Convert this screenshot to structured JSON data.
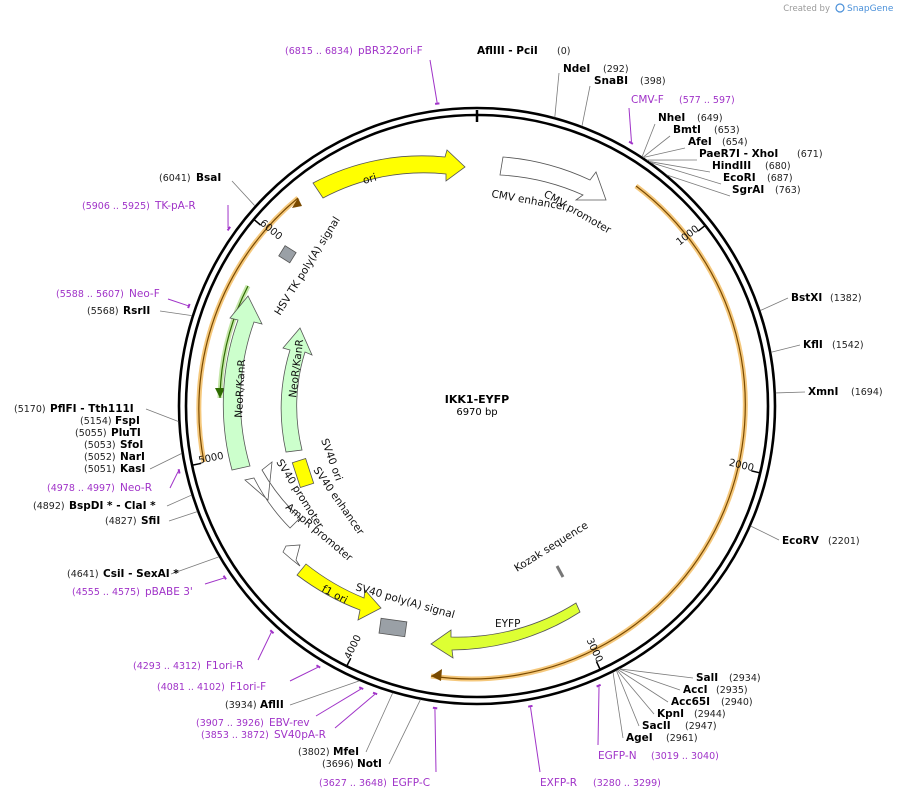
{
  "app": {
    "credit_prefix": "Created by",
    "credit_brand": "SnapGene"
  },
  "map": {
    "name": "IKK1-EYFP",
    "length_label": "6970 bp",
    "total_bp": 6970
  },
  "ticks": [
    {
      "bp": 1000,
      "label": "1000"
    },
    {
      "bp": 2000,
      "label": "2000"
    },
    {
      "bp": 3000,
      "label": "3000"
    },
    {
      "bp": 4000,
      "label": "4000"
    },
    {
      "bp": 5000,
      "label": "5000"
    },
    {
      "bp": 6000,
      "label": "6000"
    }
  ],
  "enzymes": [
    {
      "name": "AflIII  - PciI",
      "pos": "(0)",
      "bp": 0
    },
    {
      "name": "NdeI",
      "pos": "(292)",
      "bp": 292
    },
    {
      "name": "SnaBI",
      "pos": "(398)",
      "bp": 398
    },
    {
      "name": "NheI",
      "pos": "(649)",
      "bp": 649
    },
    {
      "name": "BmtI",
      "pos": "(653)",
      "bp": 653
    },
    {
      "name": "AfeI",
      "pos": "(654)",
      "bp": 654
    },
    {
      "name": "PaeR7I  - XhoI",
      "pos": "(671)",
      "bp": 671
    },
    {
      "name": "HindIII",
      "pos": "(680)",
      "bp": 680
    },
    {
      "name": "EcoRI",
      "pos": "(687)",
      "bp": 687
    },
    {
      "name": "SgrAI",
      "pos": "(763)",
      "bp": 763
    },
    {
      "name": "BstXI",
      "pos": "(1382)",
      "bp": 1382
    },
    {
      "name": "KflI",
      "pos": "(1542)",
      "bp": 1542
    },
    {
      "name": "XmnI",
      "pos": "(1694)",
      "bp": 1694
    },
    {
      "name": "EcoRV",
      "pos": "(2201)",
      "bp": 2201
    },
    {
      "name": "SalI",
      "pos": "(2934)",
      "bp": 2934
    },
    {
      "name": "AccI",
      "pos": "(2935)",
      "bp": 2935
    },
    {
      "name": "Acc65I",
      "pos": "(2940)",
      "bp": 2940
    },
    {
      "name": "KpnI",
      "pos": "(2944)",
      "bp": 2944
    },
    {
      "name": "SacII",
      "pos": "(2947)",
      "bp": 2947
    },
    {
      "name": "AgeI",
      "pos": "(2961)",
      "bp": 2961
    },
    {
      "name": "NotI",
      "pos": "(3696)",
      "bp": 3696
    },
    {
      "name": "MfeI",
      "pos": "(3802)",
      "bp": 3802
    },
    {
      "name": "AflII",
      "pos": "(3934)",
      "bp": 3934
    },
    {
      "name": "CsiI  - SexAI *",
      "pos": "(4641)",
      "bp": 4641
    },
    {
      "name": "SfiI",
      "pos": "(4827)",
      "bp": 4827
    },
    {
      "name": "BspDI *  - ClaI *",
      "pos": "(4892)",
      "bp": 4892
    },
    {
      "name": "KasI",
      "pos": "(5051)",
      "bp": 5051
    },
    {
      "name": "NarI",
      "pos": "(5052)",
      "bp": 5052
    },
    {
      "name": "SfoI",
      "pos": "(5053)",
      "bp": 5053
    },
    {
      "name": "PluTI",
      "pos": "(5055)",
      "bp": 5055
    },
    {
      "name": "FspI",
      "pos": "(5154)",
      "bp": 5154
    },
    {
      "name": "PflFI  - Tth111I",
      "pos": "(5170)",
      "bp": 5170
    },
    {
      "name": "RsrII",
      "pos": "(5568)",
      "bp": 5568
    },
    {
      "name": "BsaI",
      "pos": "(6041)",
      "bp": 6041
    }
  ],
  "primers": [
    {
      "name": "pBR322ori-F",
      "pos": "(6815 .. 6834)",
      "bp": 6825
    },
    {
      "name": "CMV-F",
      "pos": "(577 .. 597)",
      "bp": 587
    },
    {
      "name": "EGFP-N",
      "pos": "(3019 .. 3040)",
      "bp": 3030
    },
    {
      "name": "EXFP-R",
      "pos": "(3280 .. 3299)",
      "bp": 3290
    },
    {
      "name": "EGFP-C",
      "pos": "(3627 .. 3648)",
      "bp": 3638
    },
    {
      "name": "SV40pA-R",
      "pos": "(3853 .. 3872)",
      "bp": 3863
    },
    {
      "name": "EBV-rev",
      "pos": "(3907 .. 3926)",
      "bp": 3917
    },
    {
      "name": "F1ori-F",
      "pos": "(4081 .. 4102)",
      "bp": 4092
    },
    {
      "name": "F1ori-R",
      "pos": "(4293 .. 4312)",
      "bp": 4303
    },
    {
      "name": "pBABE 3'",
      "pos": "(4555 .. 4575)",
      "bp": 4565
    },
    {
      "name": "Neo-R",
      "pos": "(4978 .. 4997)",
      "bp": 4988
    },
    {
      "name": "Neo-F",
      "pos": "(5588 .. 5607)",
      "bp": 5598
    },
    {
      "name": "TK-pA-R",
      "pos": "(5906 .. 5925)",
      "bp": 5916
    }
  ],
  "features": [
    {
      "name": "ori",
      "color": "#ffff00"
    },
    {
      "name": "CMV enhancer",
      "color": "#ffffff"
    },
    {
      "name": "CMV promoter",
      "color": "#ffffff"
    },
    {
      "name": "HSV TK poly(A) signal",
      "color": "#9aa0a6"
    },
    {
      "name": "NeoR/KanR",
      "color": "#ccffcc"
    },
    {
      "name": "NeoR/KanR",
      "color": "#ccffcc"
    },
    {
      "name": "SV40 ori",
      "color": "#ffff00"
    },
    {
      "name": "SV40 enhancer",
      "color": "#ffffff"
    },
    {
      "name": "SV40 promoter",
      "color": "#ffffff"
    },
    {
      "name": "AmpR promoter",
      "color": "#ffffff"
    },
    {
      "name": "f1 ori",
      "color": "#ffff00"
    },
    {
      "name": "SV40 poly(A) signal",
      "color": "#9aa0a6"
    },
    {
      "name": "EYFP",
      "color": "#ddff33"
    },
    {
      "name": "Kozak sequence",
      "color": "#ffffff"
    }
  ],
  "colors": {
    "orf": "#f5a623",
    "primer": "#a033c8",
    "backbone": "#000000"
  }
}
